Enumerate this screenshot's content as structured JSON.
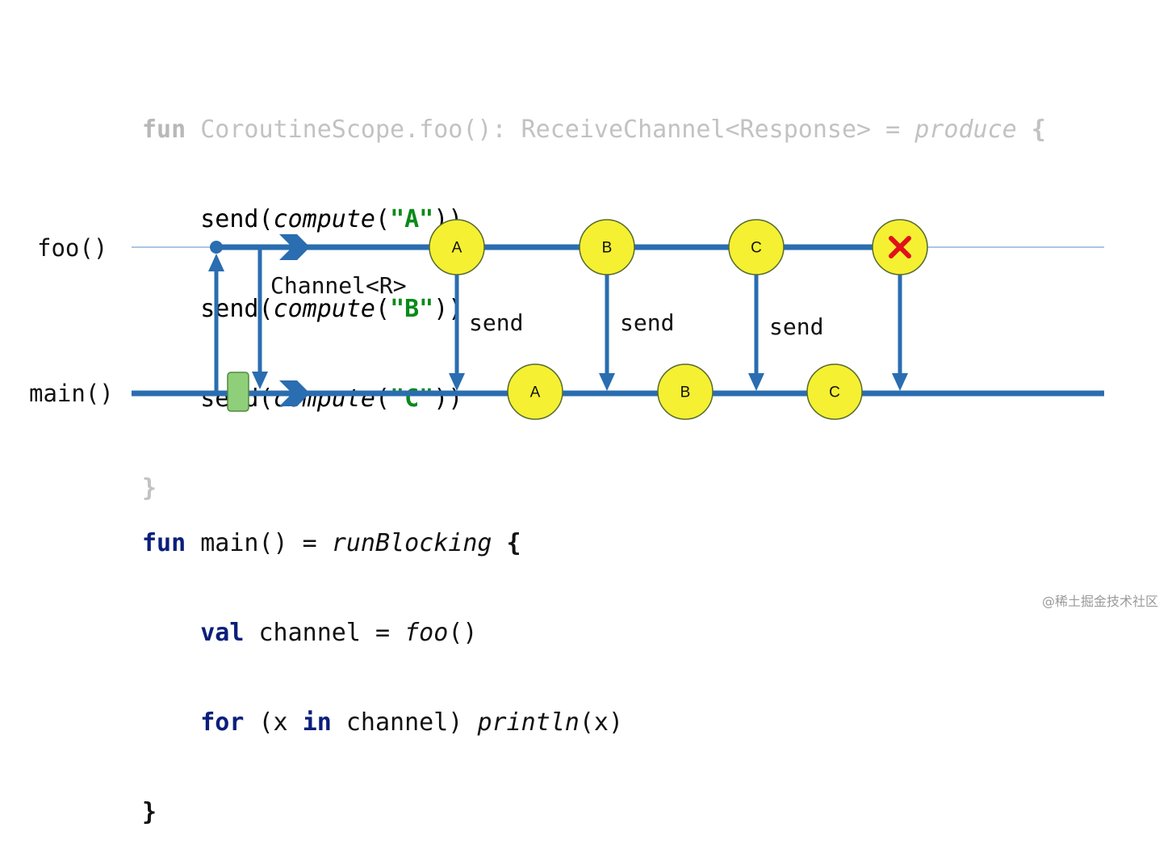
{
  "top_code": {
    "l1_kw": "fun",
    "l1_sig": " CoroutineScope.foo(): ReceiveChannel<Response> = ",
    "l1_produce": "produce",
    "l1_brace": " {",
    "send": "send(",
    "compute": "compute",
    "open": "(",
    "arg_a": "\"A\"",
    "arg_b": "\"B\"",
    "arg_c": "\"C\"",
    "close": "))",
    "end_brace": "}"
  },
  "bottom_code": {
    "l1_kw": "fun",
    "l1_sig": " main() = ",
    "l1_runblocking": "runBlocking",
    "l1_brace": " {",
    "l2_kw": "val",
    "l2_rest": " channel = ",
    "l2_foo": "foo",
    "l2_paren": "()",
    "l3_kw": "for",
    "l3_a": " (x ",
    "l3_in": "in",
    "l3_b": " channel) ",
    "l3_println": "println",
    "l3_c": "(x)",
    "end_brace": "}"
  },
  "lanes": {
    "foo": "foo()",
    "main": "main()"
  },
  "diagram": {
    "channel_label": "Channel<R>",
    "send_labels": [
      "send",
      "send",
      "send"
    ],
    "foo_circles": [
      "A",
      "B",
      "C"
    ],
    "main_circles": [
      "A",
      "B",
      "C"
    ],
    "close_icon": "x-mark-icon"
  },
  "colors": {
    "line": "#2a6db0",
    "circle_fill": "#f5f032",
    "circle_stroke": "#556b2f",
    "close_mark": "#e0101a",
    "green_box": "#8fcf7a"
  },
  "watermark": "@稀土掘金技术社区"
}
